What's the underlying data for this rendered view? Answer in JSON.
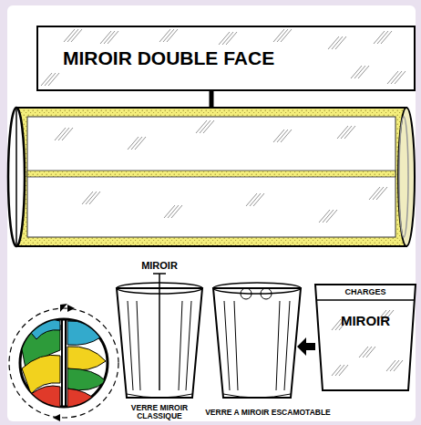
{
  "diagram": {
    "nodes": [
      {
        "text": [
          "MIROIR DOUBLE FACE"
        ]
      },
      {
        "text": [
          "CHARGES",
          "MIROIR"
        ]
      }
    ],
    "labels": [
      "MIROIR",
      "VERRE MIROIR CLASSIQUE",
      "VERRE A MIROIR ESCAMOTABLE"
    ]
  }
}
